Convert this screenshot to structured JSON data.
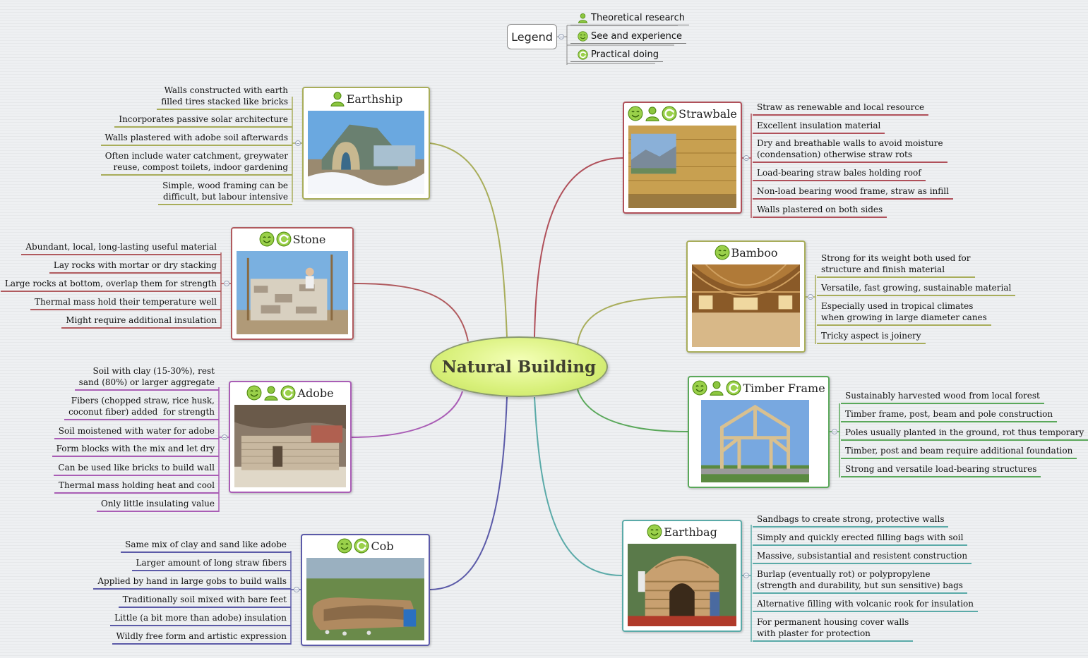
{
  "central": {
    "label": "Natural Building"
  },
  "legend": {
    "title": "Legend",
    "items": [
      {
        "icon": "person-icon",
        "label": "Theoretical research"
      },
      {
        "icon": "smiley-icon",
        "label": "See and experience"
      },
      {
        "icon": "refresh-icon",
        "label": "Practical doing"
      }
    ]
  },
  "topics": {
    "earthship": {
      "title": "Earthship",
      "color": "#a8ad5a",
      "notes": [
        "Walls constructed with earth\nfilled tires stacked like bricks",
        "Incorporates passive solar architecture",
        "Walls plastered with adobe soil afterwards",
        "Often include water catchment, greywater\nreuse, compost toilets, indoor gardening",
        "Simple, wood framing can be\ndifficult, but labour intensive"
      ]
    },
    "stone": {
      "title": "Stone",
      "color": "#b05a5e",
      "notes": [
        "Abundant, local, long-lasting useful material",
        "Lay rocks with mortar or dry stacking",
        "Large rocks at bottom, overlap them for strength",
        "Thermal mass hold their temperature well",
        "Might require additional insulation"
      ]
    },
    "adobe": {
      "title": "Adobe",
      "color": "#a95db5",
      "notes": [
        "Soil with clay (15-30%), rest\nsand (80%) or larger aggregate",
        "Fibers (chopped straw, rice husk,\ncoconut fiber) added  for strength",
        "Soil moistened with water for adobe",
        "Form blocks with the mix and let dry",
        "Can be used like bricks to build wall",
        "Thermal mass holding heat and cool",
        "Only little insulating value"
      ]
    },
    "cob": {
      "title": "Cob",
      "color": "#5b5aa8",
      "notes": [
        "Same mix of clay and sand like adobe",
        "Larger amount of long straw fibers",
        "Applied by hand in large gobs to build walls",
        "Traditionally soil mixed with bare feet",
        "Little (a bit more than adobe) insulation",
        "Wildly free form and artistic expression"
      ]
    },
    "strawbale": {
      "title": "Strawbale",
      "color": "#b0505a",
      "notes": [
        "Straw as renewable and local resource",
        "Excellent insulation material",
        "Dry and breathable walls to avoid moisture\n(condensation) otherwise straw rots",
        "Load-bearing straw bales holding roof",
        "Non-load bearing wood frame, straw as infill",
        "Walls plastered on both sides"
      ]
    },
    "bamboo": {
      "title": "Bamboo",
      "color": "#a8ad5a",
      "notes": [
        "Strong for its weight both used for\nstructure and finish material",
        "Versatile, fast growing, sustainable material",
        "Especially used in tropical climates\nwhen growing in large diameter canes",
        "Tricky aspect is joinery"
      ]
    },
    "timber": {
      "title": "Timber Frame",
      "color": "#5aa85a",
      "notes": [
        "Sustainably harvested wood from local forest",
        "Timber frame, post, beam and pole construction",
        "Poles usually planted in the ground, rot thus temporary",
        "Timber, post and beam require additional foundation",
        "Strong and versatile load-bearing structures"
      ]
    },
    "earthbag": {
      "title": "Earthbag",
      "color": "#5aaaa8",
      "notes": [
        "Sandbags to create strong, protective walls",
        "Simply and quickly erected filling bags with soil",
        "Massive, subsistantial and resistent construction",
        "Burlap (eventually rot) or polypropylene\n(strength and durability, but sun sensitive) bags",
        "Alternative filling with volcanic rook for insulation",
        "For permanent housing cover walls\nwith plaster for protection"
      ]
    }
  }
}
